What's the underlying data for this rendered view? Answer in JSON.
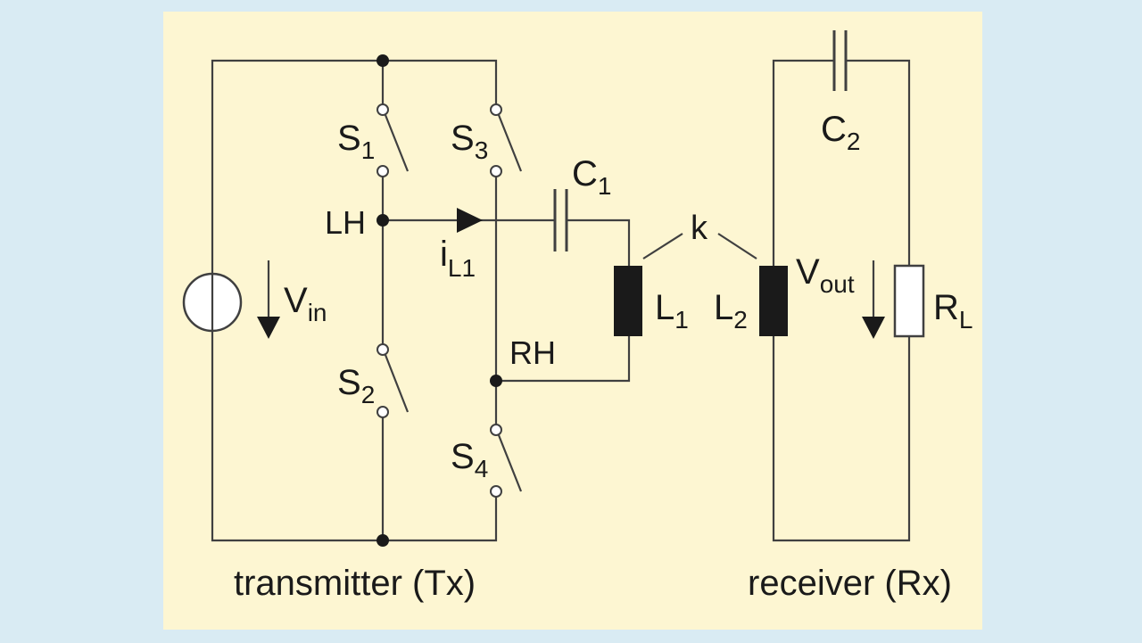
{
  "colors": {
    "page_background": "#d9ebf3",
    "panel_background": "#fdf6d2",
    "wire": "#404040",
    "text": "#1a1a1a"
  },
  "labels": {
    "s1": {
      "main": "S",
      "sub": "1"
    },
    "s2": {
      "main": "S",
      "sub": "2"
    },
    "s3": {
      "main": "S",
      "sub": "3"
    },
    "s4": {
      "main": "S",
      "sub": "4"
    },
    "c1": {
      "main": "C",
      "sub": "1"
    },
    "c2": {
      "main": "C",
      "sub": "2"
    },
    "l1": {
      "main": "L",
      "sub": "1"
    },
    "l2": {
      "main": "L",
      "sub": "2"
    },
    "rl": {
      "main": "R",
      "sub": "L"
    },
    "vin": {
      "main": "V",
      "sub": "in"
    },
    "vout": {
      "main": "V",
      "sub": "out"
    },
    "il1": {
      "main": "i",
      "sub": "L1"
    },
    "lh": "LH",
    "rh": "RH",
    "k": "k",
    "transmitter": "transmitter (Tx)",
    "receiver": "receiver (Rx)"
  },
  "components": {
    "voltage_source": "circle-source-icon",
    "switches": [
      "S1",
      "S2",
      "S3",
      "S4"
    ],
    "capacitors": [
      "C1",
      "C2"
    ],
    "inductors": [
      "L1",
      "L2"
    ],
    "resistor": "RL",
    "coupling": "k"
  }
}
